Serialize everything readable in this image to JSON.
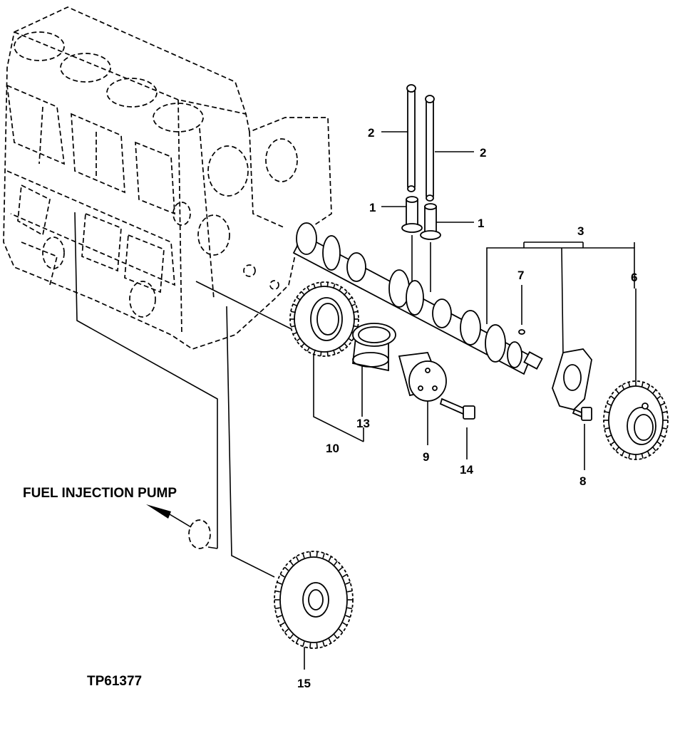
{
  "figure_id": "TP61377",
  "reference_label": "FUEL INJECTION PUMP",
  "callouts": {
    "c1a": "1",
    "c1b": "1",
    "c2a": "2",
    "c2b": "2",
    "c3": "3",
    "c6": "6",
    "c7": "7",
    "c8": "8",
    "c9": "9",
    "c10": "10",
    "c13": "13",
    "c14": "14",
    "c15": "15"
  }
}
